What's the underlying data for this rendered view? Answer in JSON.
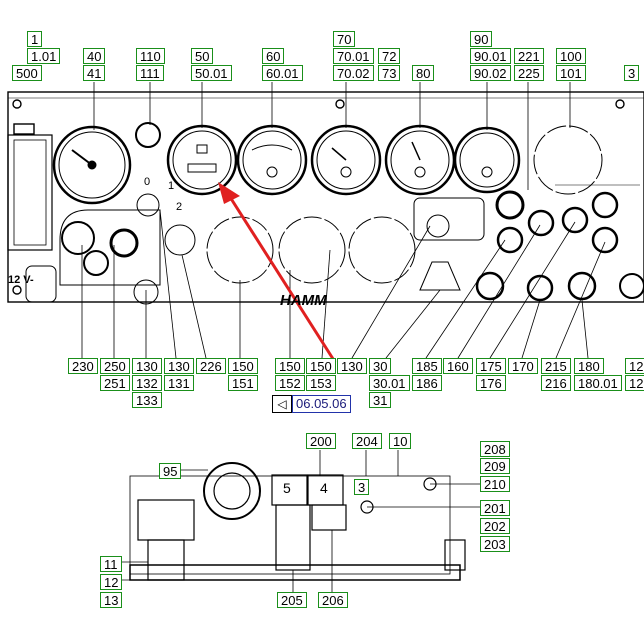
{
  "diagram": {
    "top_callouts": [
      "1",
      "1.01",
      "500",
      "40",
      "41",
      "110",
      "111",
      "50",
      "50.01",
      "60",
      "60.01",
      "70",
      "70.01",
      "70.02",
      "72",
      "73",
      "80",
      "90",
      "90.01",
      "90.02",
      "221",
      "225",
      "100",
      "101",
      "3"
    ],
    "bottom_callouts": [
      "230",
      "250",
      "251",
      "130",
      "132",
      "133",
      "130",
      "131",
      "226",
      "150",
      "151",
      "150",
      "152",
      "150",
      "153",
      "130",
      "30",
      "30.01",
      "31",
      "185",
      "186",
      "160",
      "175",
      "176",
      "170",
      "215",
      "216",
      "180",
      "180.01",
      "12",
      "12"
    ],
    "date_stamp": "06.05.06",
    "panel_text": {
      "socket_label": "12 V-",
      "logo": "HAMM",
      "switch_0": "0",
      "switch_1": "1",
      "switch_2": "2"
    },
    "lower_callouts": [
      "200",
      "204",
      "10",
      "95",
      "5",
      "4",
      "3",
      "208",
      "209",
      "210",
      "201",
      "202",
      "203",
      "11",
      "12",
      "13",
      "205",
      "206"
    ]
  },
  "colors": {
    "callout_border": "#1a8f1a",
    "arrow": "#e02020",
    "date_border": "#2233aa"
  }
}
